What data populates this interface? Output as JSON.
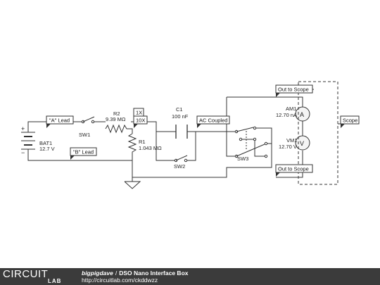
{
  "diagram": {
    "battery": {
      "name": "BAT1",
      "value": "12.7 V"
    },
    "resistor_r2": {
      "name": "R2",
      "value": "9.39 MΩ"
    },
    "resistor_r1": {
      "name": "R1",
      "value": "1.043 MΩ"
    },
    "capacitor": {
      "name": "C1",
      "value": "100 nF"
    },
    "switch_sw1": "SW1",
    "switch_sw2": "SW2",
    "switch_sw3": "SW3",
    "ammeter": {
      "name": "AM1",
      "value": "12.70 nA",
      "symbol": "A"
    },
    "voltmeter": {
      "name": "VM1",
      "value": "12.70 V",
      "symbol": "V"
    },
    "plus_sign": "+",
    "minus_sign": "−",
    "tags": {
      "a_lead": "\"A\" Lead",
      "b_lead": "\"B\" Lead",
      "x1": "1X",
      "x10": "10X",
      "ac_coupled": "AC Coupled",
      "out_to_scope_top": "Out to Scope",
      "out_to_scope_bottom": "Out to Scope",
      "scope": "Scope"
    }
  },
  "footer": {
    "logo_top": "CIRCUIT",
    "logo_bottom": "LAB",
    "author": "bigpigdave",
    "separator": "/",
    "title": "DSO Nano Interface Box",
    "url": "http://circuitlab.com/ckddwzz"
  }
}
